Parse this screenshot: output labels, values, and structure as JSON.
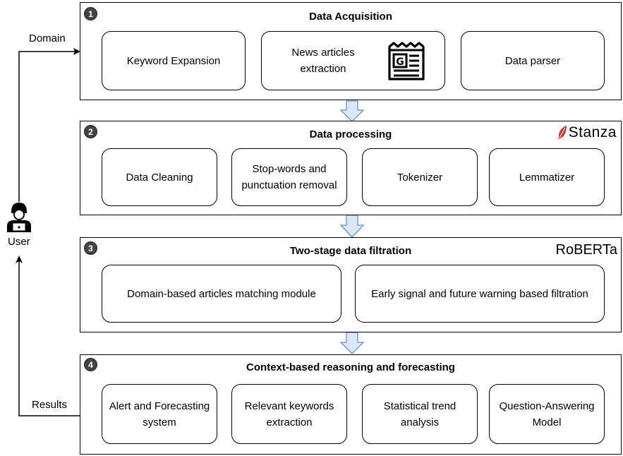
{
  "user_label": "User",
  "domain_label": "Domain",
  "results_label": "Results",
  "stages": [
    {
      "number": "1",
      "title": "Data Acquisition",
      "logo": "",
      "boxes": [
        "Keyword Expansion",
        "News articles extraction",
        "Data parser"
      ],
      "icon": "news-article-icon"
    },
    {
      "number": "2",
      "title": "Data processing",
      "logo": "Stanza",
      "boxes": [
        "Data Cleaning",
        "Stop-words and punctuation removal",
        "Tokenizer",
        "Lemmatizer"
      ]
    },
    {
      "number": "3",
      "title": "Two-stage data filtration",
      "logo": "RoBERTa",
      "boxes": [
        "Domain-based articles matching module",
        "Early signal and future warning based filtration"
      ]
    },
    {
      "number": "4",
      "title": "Context-based reasoning and forecasting",
      "logo": "",
      "boxes": [
        "Alert and Forecasting system",
        "Relevant keywords extraction",
        "Statistical trend analysis",
        "Question-Answering Model"
      ]
    }
  ],
  "colors": {
    "arrow_fill": "#dae8fc",
    "arrow_stroke": "#6c8ebf",
    "stanza_feather": "#c0392b",
    "badge": "#444444"
  }
}
